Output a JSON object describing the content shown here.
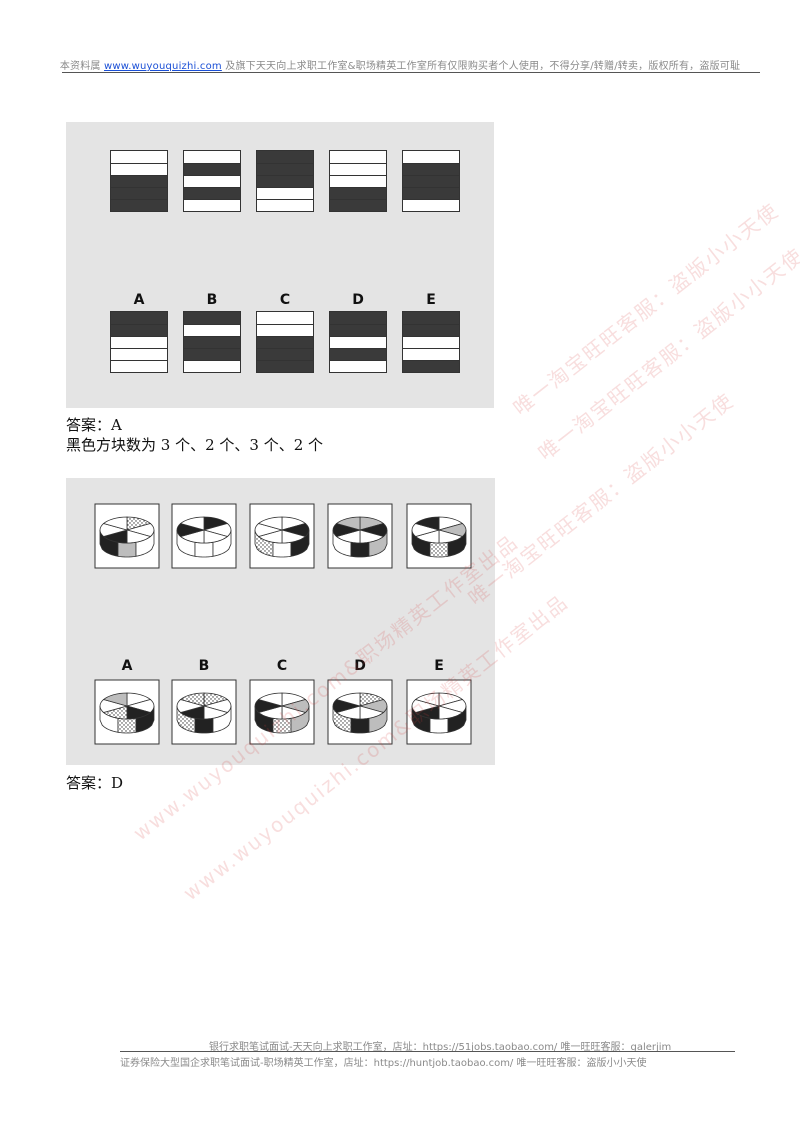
{
  "header": {
    "prefix": "本资料属 ",
    "link": "www.wuyouquizhi.com",
    "suffix": " 及旗下天天向上求职工作室&职场精英工作室所有仅限购买者个人使用，不得分享/转赠/转卖，版权所有，盗版可耻"
  },
  "q1": {
    "stacks_top": [
      [
        "w",
        "w",
        "b",
        "b",
        "b"
      ],
      [
        "w",
        "b",
        "w",
        "b",
        "w"
      ],
      [
        "b",
        "b",
        "b",
        "w",
        "w"
      ],
      [
        "w",
        "w",
        "w",
        "b",
        "b"
      ],
      [
        "w",
        "b",
        "b",
        "b",
        "w"
      ]
    ],
    "options": [
      {
        "label": "A",
        "rows": [
          "b",
          "b",
          "w",
          "w",
          "w"
        ]
      },
      {
        "label": "B",
        "rows": [
          "b",
          "w",
          "b",
          "b",
          "w"
        ]
      },
      {
        "label": "C",
        "rows": [
          "w",
          "w",
          "b",
          "b",
          "b"
        ]
      },
      {
        "label": "D",
        "rows": [
          "b",
          "b",
          "w",
          "b",
          "w"
        ]
      },
      {
        "label": "E",
        "rows": [
          "b",
          "b",
          "w",
          "w",
          "b"
        ]
      }
    ],
    "answer": "答案：A",
    "explanation": "黑色方块数为 3 个、2 个、3 个、2 个"
  },
  "q2": {
    "discs_top": [
      {
        "top": [
          "dot",
          "w",
          "w",
          "b",
          "w",
          "w"
        ],
        "side": [
          "b",
          "g",
          "w"
        ]
      },
      {
        "top": [
          "b",
          "w",
          "w",
          "w",
          "b",
          "w"
        ],
        "side": [
          "w",
          "w",
          "w"
        ]
      },
      {
        "top": [
          "w",
          "b",
          "w",
          "w",
          "w",
          "w"
        ],
        "side": [
          "dot",
          "w",
          "b"
        ]
      },
      {
        "top": [
          "g",
          "b",
          "w",
          "w",
          "b",
          "g"
        ],
        "side": [
          "w",
          "b",
          "g"
        ]
      },
      {
        "top": [
          "w",
          "g",
          "w",
          "w",
          "w",
          "b"
        ],
        "side": [
          "b",
          "dot",
          "b"
        ]
      }
    ],
    "options": [
      {
        "label": "A",
        "top": [
          "w",
          "w",
          "b",
          "dot",
          "w",
          "g"
        ],
        "side": [
          "w",
          "dot",
          "b"
        ]
      },
      {
        "label": "B",
        "top": [
          "dot",
          "w",
          "w",
          "b",
          "w",
          "dot"
        ],
        "side": [
          "dot",
          "b",
          "w"
        ]
      },
      {
        "label": "C",
        "top": [
          "w",
          "g",
          "w",
          "w",
          "b",
          "w"
        ],
        "side": [
          "b",
          "dot",
          "g"
        ]
      },
      {
        "label": "D",
        "top": [
          "dot",
          "g",
          "w",
          "w",
          "b",
          "w"
        ],
        "side": [
          "dot",
          "b",
          "g"
        ]
      },
      {
        "label": "E",
        "top": [
          "w",
          "w",
          "w",
          "b",
          "w",
          "w"
        ],
        "side": [
          "b",
          "w",
          "b"
        ]
      }
    ],
    "answer": "答案：D"
  },
  "watermarks": [
    "唯一淘宝旺旺客服：盗版小小天使",
    "唯一淘宝旺旺客服：盗版小小天使",
    "唯一淘宝旺旺客服：盗版小小天使",
    "www.wuyouquizhi.com&职场精英工作室出品",
    "www.wuyouquizhi.com&职场精英工作室出品"
  ],
  "footer": {
    "line1": "银行求职笔试面试-天天向上求职工作室，店址：https://51jobs.taobao.com/ 唯一旺旺客服：galerjim",
    "line2": "证券保险大型国企求职笔试面试-职场精英工作室，店址：https://huntjob.taobao.com/ 唯一旺旺客服：盗版小小天使"
  },
  "colors": {
    "black": "#3a3a3a",
    "white": "#ffffff",
    "gray": "#bdbdbd",
    "panel": "#e4e4e4",
    "link": "#1a4fd6"
  }
}
